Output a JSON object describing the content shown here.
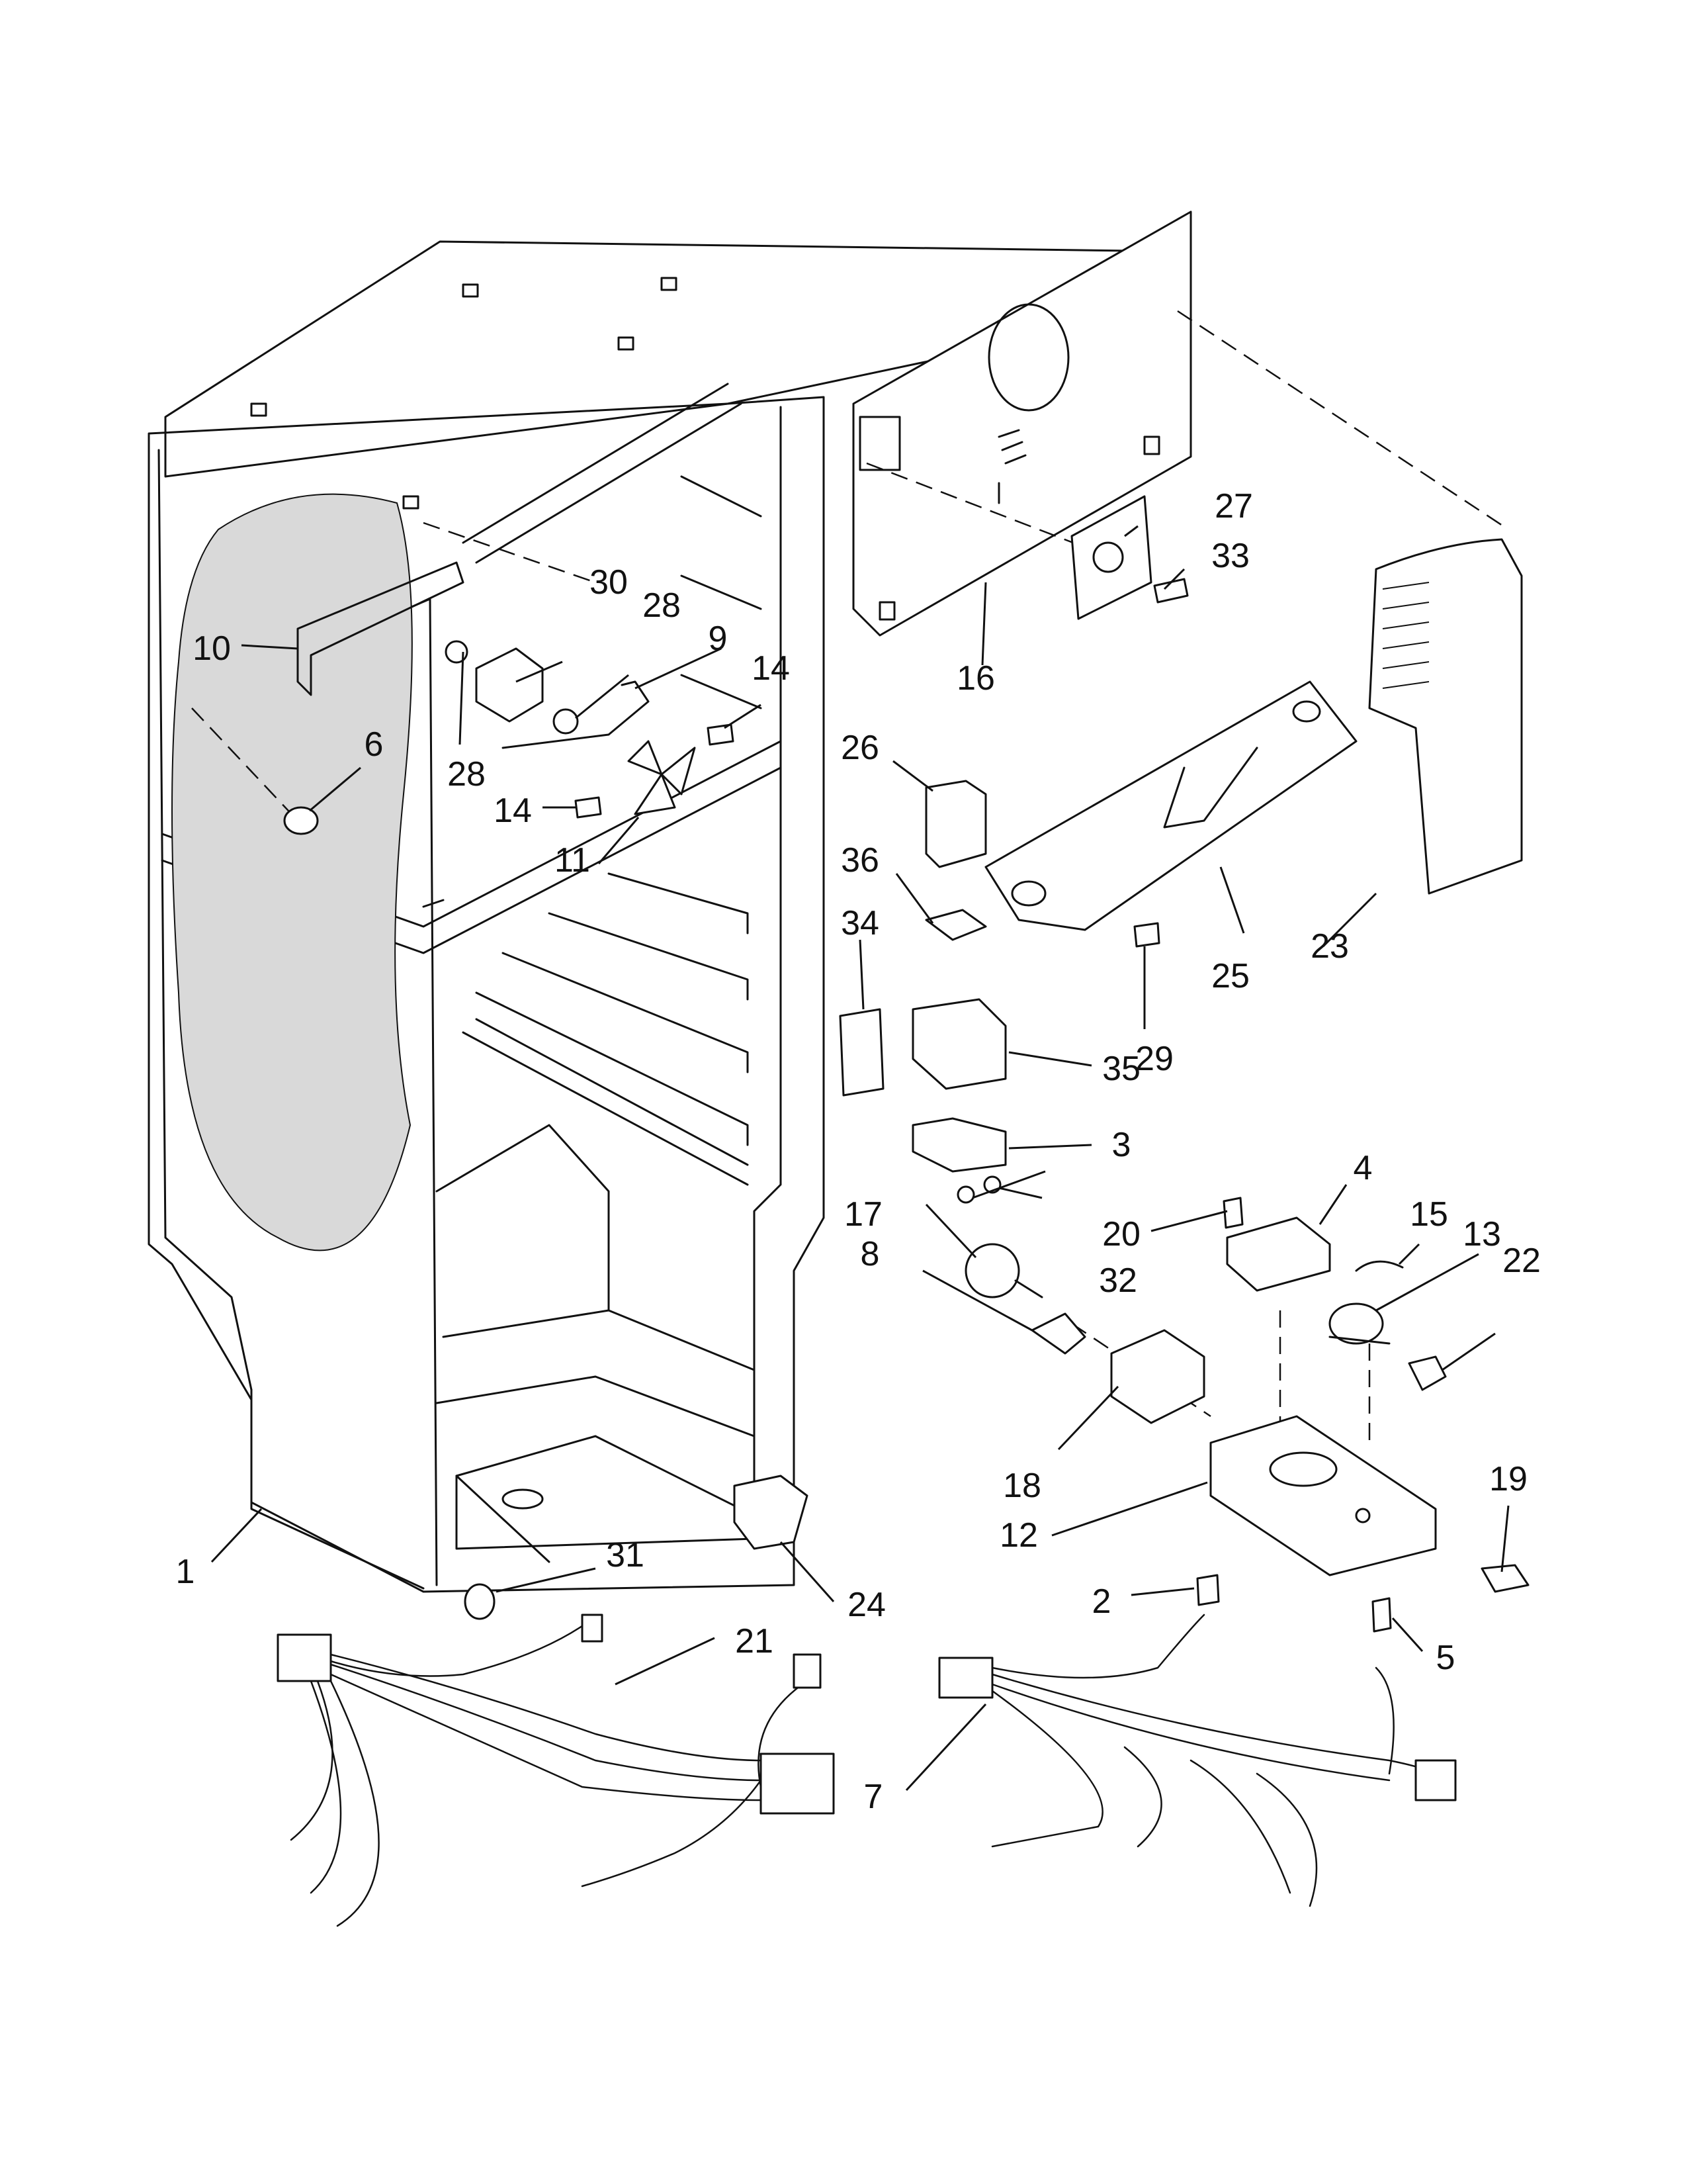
{
  "callouts": [
    {
      "id": "c1",
      "label": "1"
    },
    {
      "id": "c2",
      "label": "2"
    },
    {
      "id": "c3",
      "label": "3"
    },
    {
      "id": "c4",
      "label": "4"
    },
    {
      "id": "c5",
      "label": "5"
    },
    {
      "id": "c6",
      "label": "6"
    },
    {
      "id": "c7",
      "label": "7"
    },
    {
      "id": "c8",
      "label": "8"
    },
    {
      "id": "c9",
      "label": "9"
    },
    {
      "id": "c10",
      "label": "10"
    },
    {
      "id": "c11",
      "label": "11"
    },
    {
      "id": "c12",
      "label": "12"
    },
    {
      "id": "c13",
      "label": "13"
    },
    {
      "id": "c14a",
      "label": "14"
    },
    {
      "id": "c14b",
      "label": "14"
    },
    {
      "id": "c15",
      "label": "15"
    },
    {
      "id": "c16",
      "label": "16"
    },
    {
      "id": "c17",
      "label": "17"
    },
    {
      "id": "c18",
      "label": "18"
    },
    {
      "id": "c19",
      "label": "19"
    },
    {
      "id": "c20",
      "label": "20"
    },
    {
      "id": "c21",
      "label": "21"
    },
    {
      "id": "c22",
      "label": "22"
    },
    {
      "id": "c23",
      "label": "23"
    },
    {
      "id": "c24",
      "label": "24"
    },
    {
      "id": "c25",
      "label": "25"
    },
    {
      "id": "c26",
      "label": "26"
    },
    {
      "id": "c27",
      "label": "27"
    },
    {
      "id": "c28a",
      "label": "28"
    },
    {
      "id": "c28b",
      "label": "28"
    },
    {
      "id": "c29",
      "label": "29"
    },
    {
      "id": "c30",
      "label": "30"
    },
    {
      "id": "c31",
      "label": "31"
    },
    {
      "id": "c32",
      "label": "32"
    },
    {
      "id": "c33",
      "label": "33"
    },
    {
      "id": "c34",
      "label": "34"
    },
    {
      "id": "c35",
      "label": "35"
    },
    {
      "id": "c36",
      "label": "36"
    }
  ]
}
